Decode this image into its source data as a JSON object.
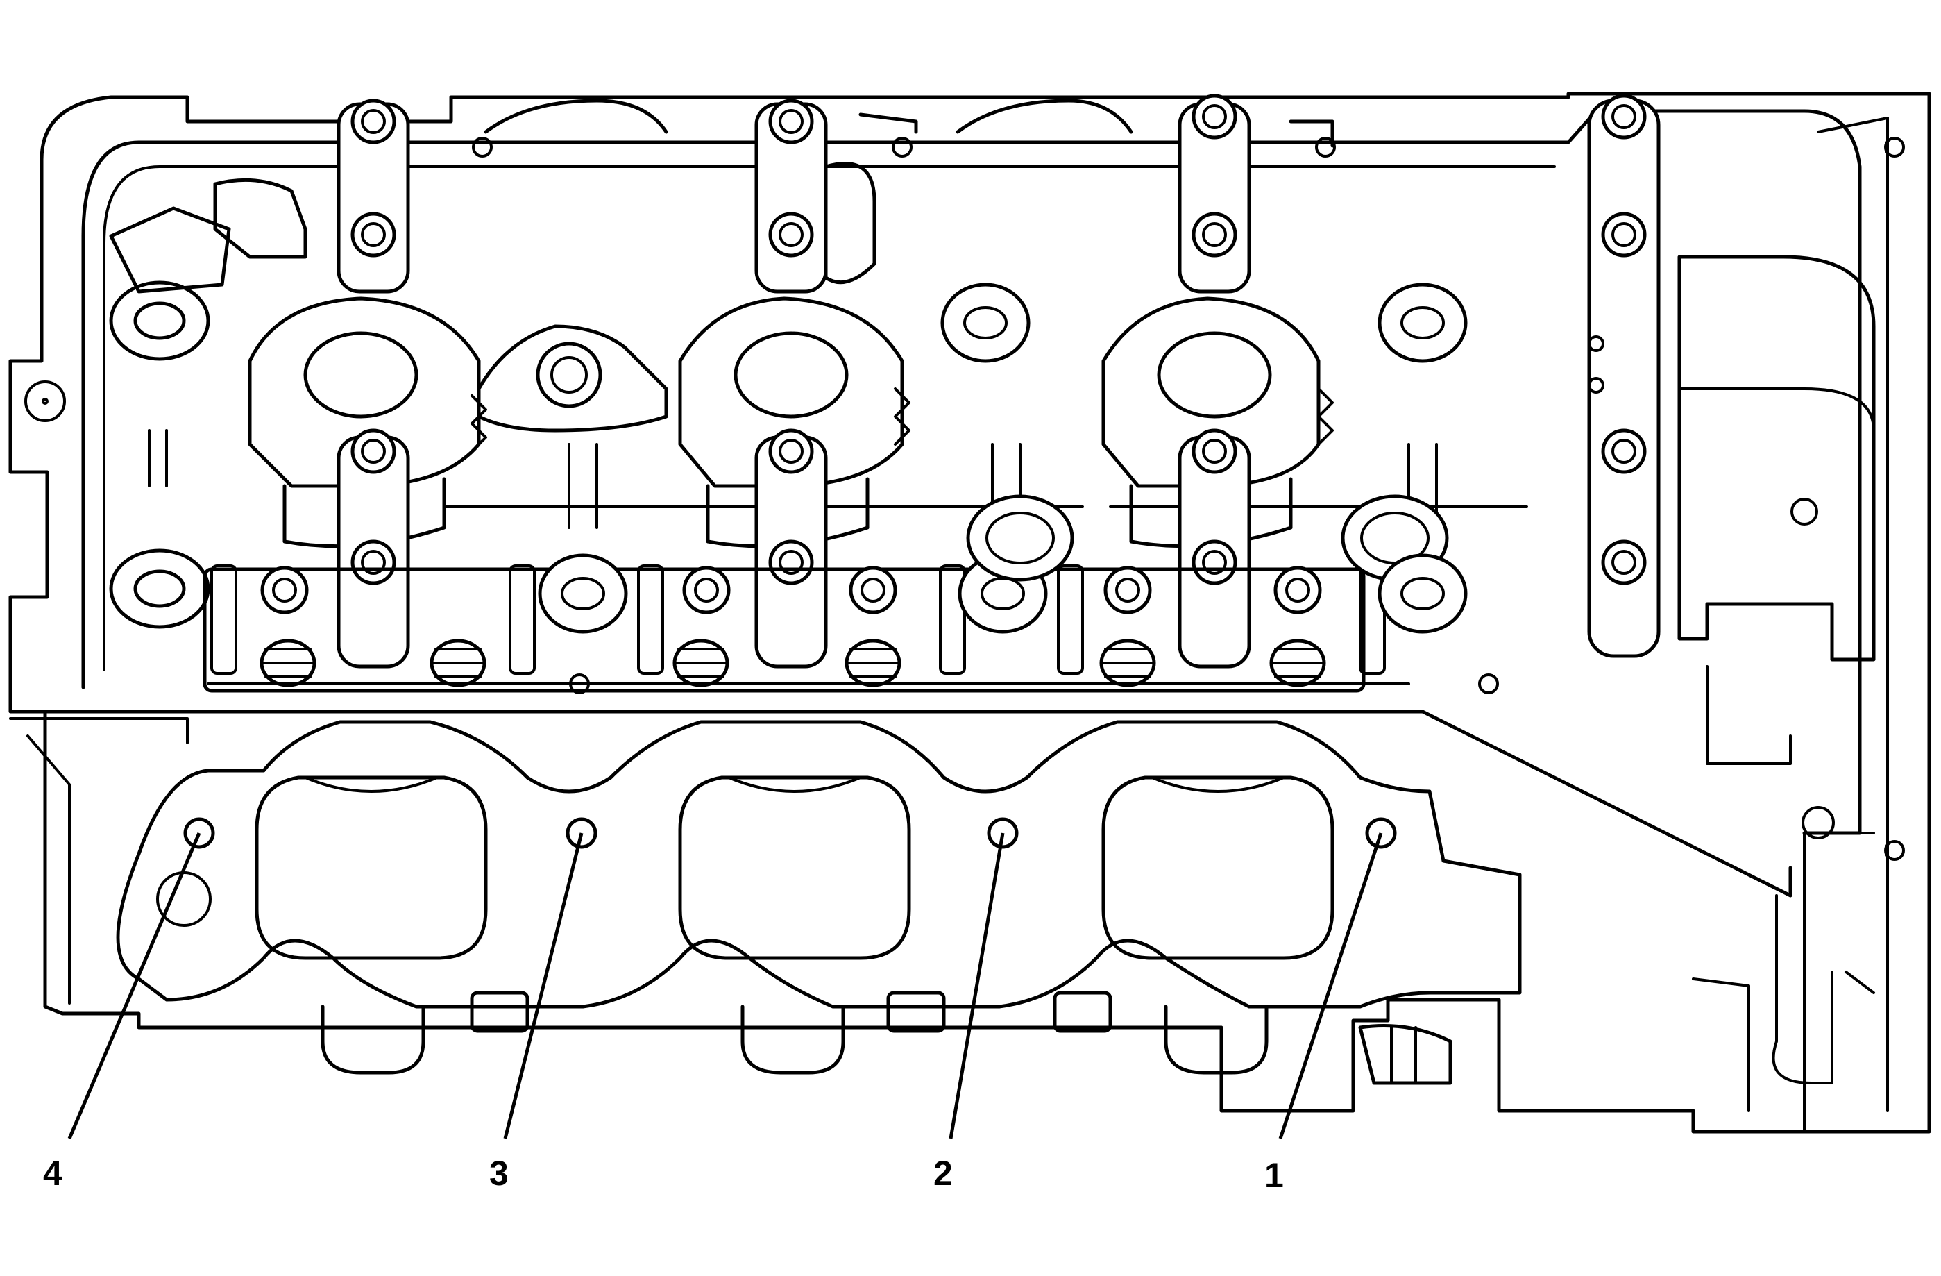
{
  "callouts": [
    {
      "id": "4",
      "label": "4"
    },
    {
      "id": "3",
      "label": "3"
    },
    {
      "id": "2",
      "label": "2"
    },
    {
      "id": "1",
      "label": "1"
    }
  ],
  "colors": {
    "line": "#000000",
    "background": "#ffffff"
  }
}
